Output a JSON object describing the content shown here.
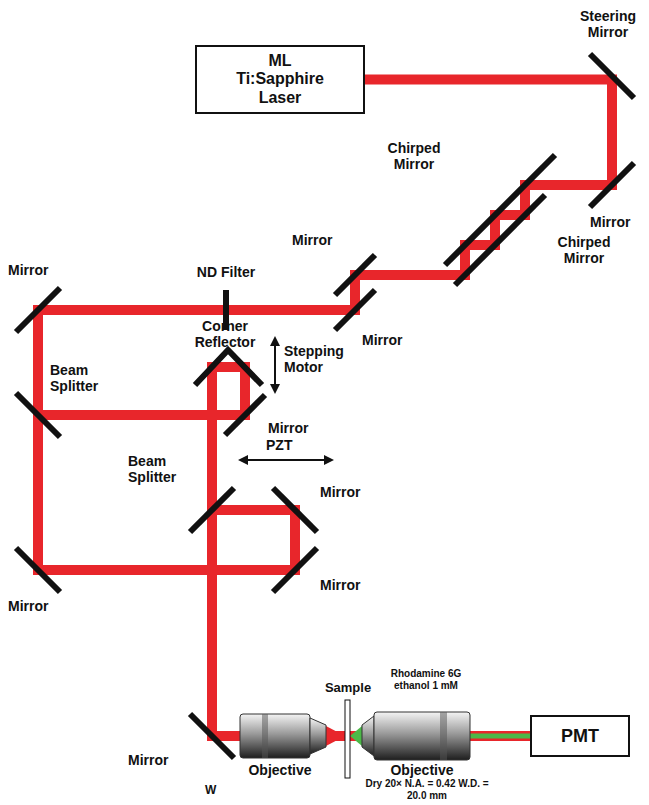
{
  "diagram": {
    "nodes": [
      {
        "text": [
          "ML Ti:Sapphire Laser"
        ]
      },
      {
        "text": [
          "PMT"
        ]
      }
    ],
    "edges": [
      {
        "from": 0,
        "to": 1,
        "arrow": "none"
      }
    ],
    "labels": [
      "Steering Mirror",
      "Chirped Mirror",
      "Mirror",
      "Chirped Mirror",
      "Mirror",
      "ND Filter",
      "Mirror",
      "Mirror",
      "Corner Reflector",
      "Stepping Motor",
      "Beam Splitter",
      "Mirror",
      "Beam Splitter",
      "PZT",
      "Mirror",
      "Mirror",
      "Mirror",
      "Sample",
      "Rhodamine 6G ethanol 1 mM",
      "Mirror",
      "Objective",
      "Objective",
      "Dry 20× N.A. = 0.42 W.D. = 20.0 mm",
      "W"
    ]
  }
}
